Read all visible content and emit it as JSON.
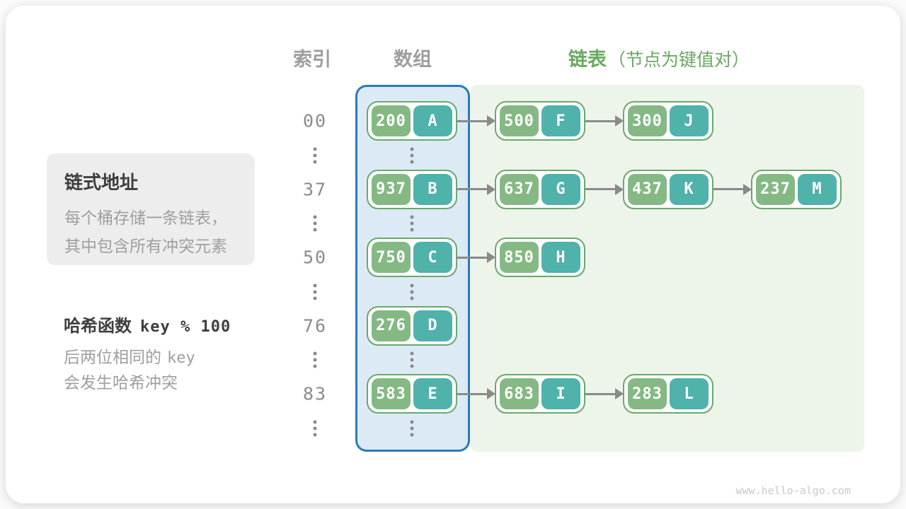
{
  "headers": {
    "index": "索引",
    "array": "数组",
    "list": "链表",
    "list_note": "（节点为键值对）"
  },
  "callout": {
    "title": "链式地址",
    "lines": [
      "每个桶存储一条链表，",
      "其中包含所有冲突元素"
    ]
  },
  "hash": {
    "label": "哈希函数",
    "formula": "key % 100",
    "note_prefix": "后两位相同的",
    "note_code": "key",
    "note_line2": "会发生哈希冲突"
  },
  "buckets": [
    {
      "index": "00",
      "chain": [
        {
          "key": "200",
          "value": "A"
        },
        {
          "key": "500",
          "value": "F"
        },
        {
          "key": "300",
          "value": "J"
        }
      ]
    },
    {
      "index": "37",
      "chain": [
        {
          "key": "937",
          "value": "B"
        },
        {
          "key": "637",
          "value": "G"
        },
        {
          "key": "437",
          "value": "K"
        },
        {
          "key": "237",
          "value": "M"
        }
      ]
    },
    {
      "index": "50",
      "chain": [
        {
          "key": "750",
          "value": "C"
        },
        {
          "key": "850",
          "value": "H"
        }
      ]
    },
    {
      "index": "76",
      "chain": [
        {
          "key": "276",
          "value": "D"
        }
      ]
    },
    {
      "index": "83",
      "chain": [
        {
          "key": "583",
          "value": "E"
        },
        {
          "key": "683",
          "value": "I"
        },
        {
          "key": "283",
          "value": "L"
        }
      ]
    }
  ],
  "watermark": "www.hello-algo.com",
  "colors": {
    "key_green": "#84b984",
    "value_teal": "#4fb2ab",
    "node_border": "#68aa68",
    "array_border": "#2a7ab8",
    "array_fill": "#dceaf6",
    "list_region_bg": "#edf4ea",
    "header_gray": "#9e9e9e",
    "header_green": "#69a960",
    "arrow_gray": "#8a8a8a",
    "text_dark": "#3e3e3e",
    "text_gray": "#9f9f9f",
    "callout_bg": "#ededed",
    "index_gray": "#8b8b8b",
    "watermark_gray": "#c9c9c9"
  }
}
